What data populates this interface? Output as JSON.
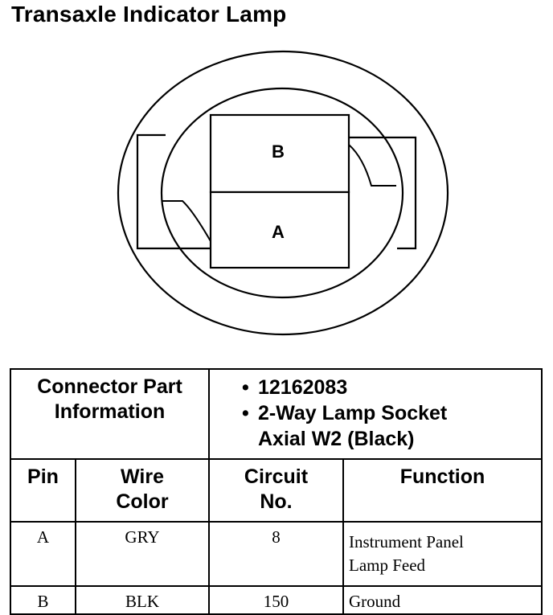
{
  "title": "Transaxle Indicator Lamp",
  "diagram": {
    "pin_top": "B",
    "pin_bottom": "A"
  },
  "connector": {
    "label_line1": "Connector Part",
    "label_line2": "Information",
    "part_number": "12162083",
    "description_line1": "2-Way Lamp Socket",
    "description_line2": "Axial W2 (Black)",
    "bullet": "•"
  },
  "columns": {
    "pin": "Pin",
    "wire_color_line1": "Wire",
    "wire_color_line2": "Color",
    "circuit_line1": "Circuit",
    "circuit_line2": "No.",
    "function": "Function"
  },
  "rows": [
    {
      "pin": "A",
      "wire_color": "GRY",
      "circuit": "8",
      "function_line1": "Instrument Panel",
      "function_line2": "Lamp Feed"
    },
    {
      "pin": "B",
      "wire_color": "BLK",
      "circuit": "150",
      "function_line1": "Ground",
      "function_line2": ""
    }
  ]
}
